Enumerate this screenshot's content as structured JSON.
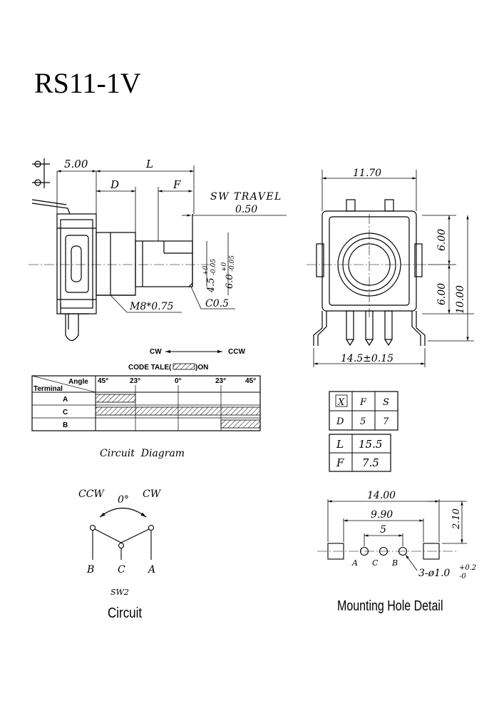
{
  "title": "RS11-1V",
  "side_view": {
    "dim_5": "5.00",
    "dim_L": "L",
    "dim_D": "D",
    "dim_F": "F",
    "sw_travel_label": "SW TRAVEL",
    "sw_travel_value": "0.50",
    "shaft_dia_1": "4.5",
    "shaft_dia_1_tol_up": "+0",
    "shaft_dia_1_tol_dn": "-0.05",
    "shaft_dia_2": "6.0",
    "shaft_dia_2_tol_up": "+0",
    "shaft_dia_2_tol_dn": "-0.05",
    "thread": "M8*0.75",
    "chamfer": "C0.5"
  },
  "front_view": {
    "width_top": "11.70",
    "height_upper": "6.00",
    "height_lower": "6.00",
    "height_total": "10.00",
    "width_bottom": "14.5±0.15"
  },
  "code_table": {
    "cw": "CW",
    "ccw": "CCW",
    "legend_prefix": "CODE TALE(",
    "legend_suffix": ")ON",
    "header_angle": "Angle",
    "header_terminal": "Terminal",
    "angles": [
      "45°",
      "23°",
      "0°",
      "23°",
      "45°"
    ],
    "rows": [
      "A",
      "C",
      "B"
    ],
    "caption": "Circuit  Diagram"
  },
  "letter_table": {
    "rows": [
      [
        "X",
        "F",
        "S"
      ],
      [
        "D",
        "5",
        "7"
      ]
    ]
  },
  "value_table": {
    "rows": [
      [
        "L",
        "15.5"
      ],
      [
        "F",
        "7.5"
      ]
    ]
  },
  "switch_circuit": {
    "ccw": "CCW",
    "cw": "CW",
    "zero": "0°",
    "terminals": [
      "B",
      "C",
      "A"
    ],
    "sw_label": "SW2",
    "caption": "Circuit"
  },
  "mounting": {
    "dim_14": "14.00",
    "dim_990": "9.90",
    "dim_5": "5",
    "dim_210": "2.10",
    "holes": [
      "A",
      "C",
      "B"
    ],
    "hole_spec": "3-ø1.0",
    "hole_tol_up": "+0.2",
    "hole_tol_dn": "-0",
    "caption": "Mounting Hole Detail"
  }
}
